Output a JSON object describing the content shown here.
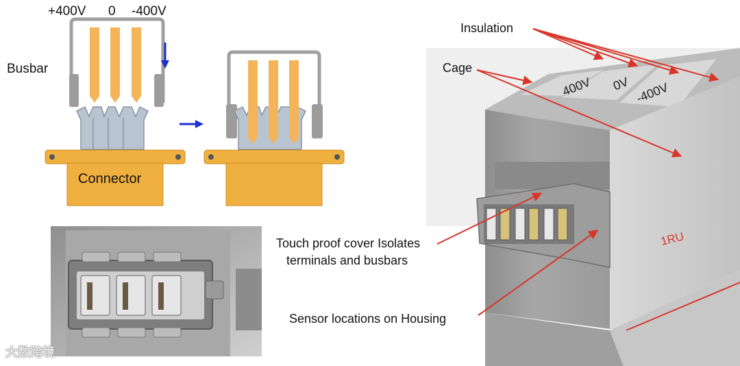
{
  "labels": {
    "pos400": "+400V",
    "zero": "0",
    "neg400": "-400V",
    "busbar": "Busbar",
    "connector": "Connector",
    "insulation": "Insulation",
    "cage": "Cage",
    "slot_400v": "400V",
    "slot_0v": "0V",
    "slot_neg400v": "-400V",
    "ru": "1RU",
    "touch_proof_line1": "Touch proof cover Isolates",
    "touch_proof_line2": "terminals and busbars",
    "sensor": "Sensor locations on Housing"
  },
  "watermark": "大数跨境",
  "colors": {
    "busbar_orange": "#f3b45a",
    "connector_orange": "#f0b040",
    "busbar_frame": "#a0a0a0",
    "contact_blue_gray": "#b8c4d0",
    "arrow_blue": "#1c2fd0",
    "callout_red": "#d8362a",
    "housing_gray": "#a9a9a9"
  }
}
